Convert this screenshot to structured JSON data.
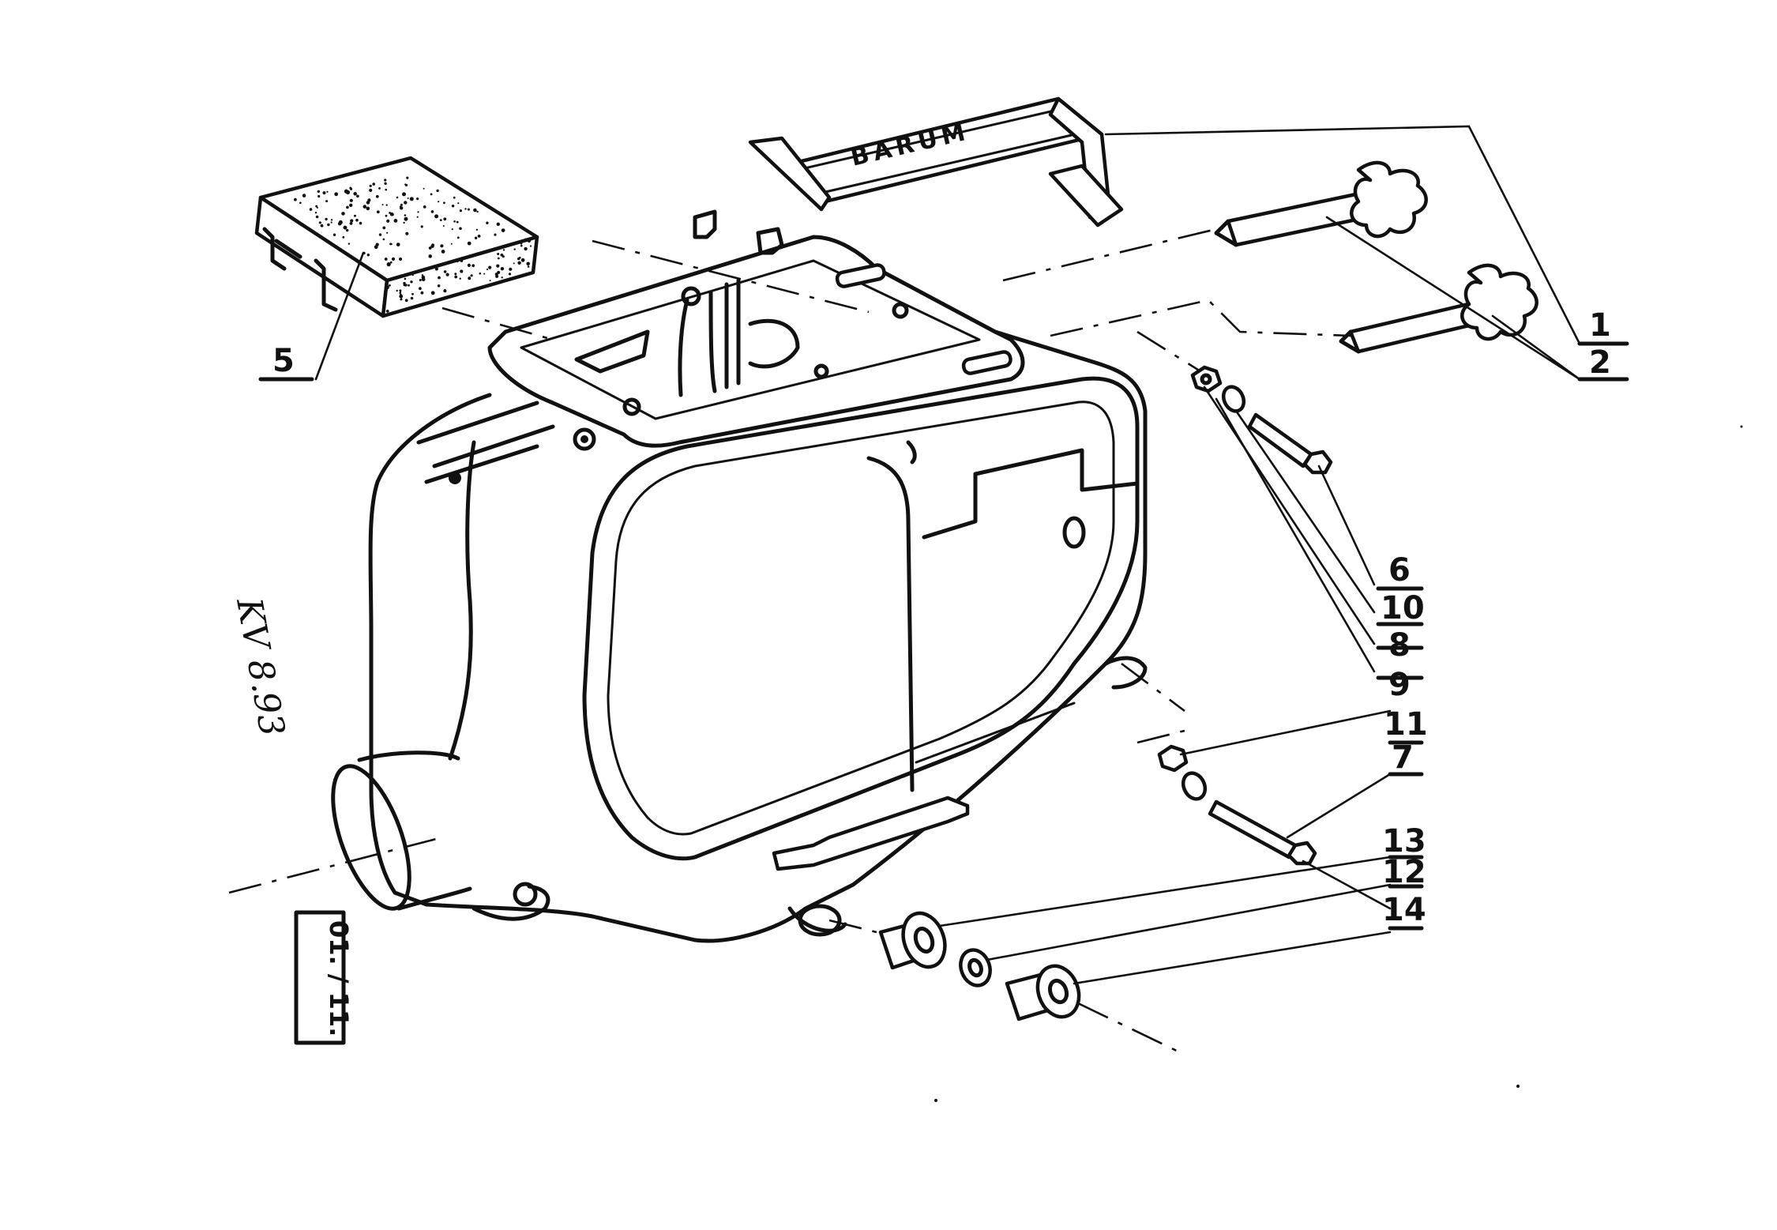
{
  "brand_text": "BARUM",
  "drawing_code": "01. / 11.",
  "signature": "KV 8.93",
  "callouts": [
    {
      "id": "c1",
      "label": "1"
    },
    {
      "id": "c2",
      "label": "2"
    },
    {
      "id": "c5",
      "label": "5"
    },
    {
      "id": "c6",
      "label": "6"
    },
    {
      "id": "c10",
      "label": "10"
    },
    {
      "id": "c8",
      "label": "8"
    },
    {
      "id": "c9",
      "label": "9"
    },
    {
      "id": "c11",
      "label": "11"
    },
    {
      "id": "c7",
      "label": "7"
    },
    {
      "id": "c13",
      "label": "13"
    },
    {
      "id": "c12",
      "label": "12"
    },
    {
      "id": "c14",
      "label": "14"
    }
  ],
  "colors": {
    "ink": "#111111",
    "paper": "#ffffff"
  }
}
